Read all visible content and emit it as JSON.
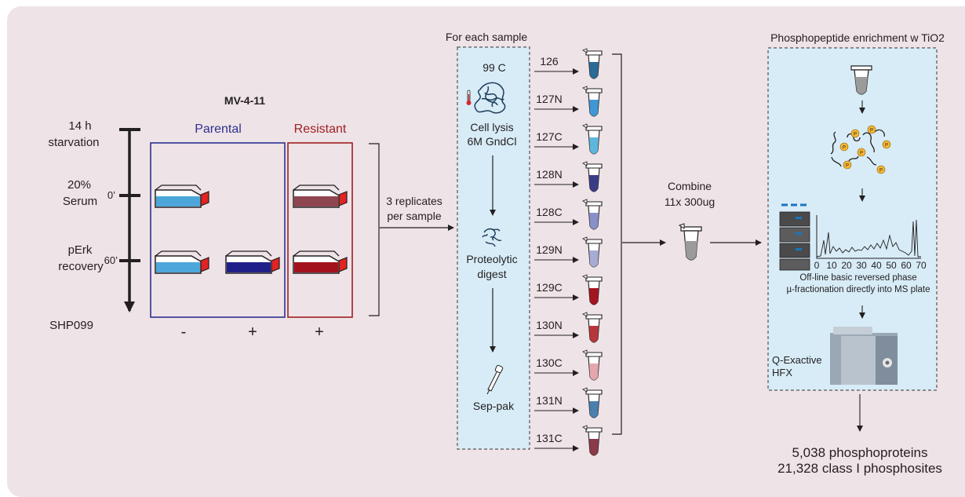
{
  "cell_line": "MV-4-11",
  "timeline": {
    "starvation": [
      "14 h",
      "starvation"
    ],
    "serum": [
      "20%",
      "Serum"
    ],
    "recovery": [
      "pErk",
      "recovery"
    ],
    "time_0": "0’",
    "time_60": "60’",
    "treatment_label": "SHP099"
  },
  "groups": {
    "parental": "Parental",
    "resistant": "Resistant",
    "sign_minus": "-",
    "sign_plus": "+"
  },
  "replicates": [
    "3 replicates",
    "per sample"
  ],
  "sample_prep": {
    "header": "For each sample",
    "temperature": "99 C",
    "lysis": [
      "Cell lysis",
      "6M GndCl"
    ],
    "digest": [
      "Proteolytic",
      "digest"
    ],
    "cleanup": "Sep-pak"
  },
  "tmt_channels": [
    "126",
    "127N",
    "127C",
    "128N",
    "128C",
    "129N",
    "129C",
    "130N",
    "130C",
    "131N",
    "131C"
  ],
  "tube_colors": [
    "#2d6a96",
    "#3f97d3",
    "#5fb6dc",
    "#3a3d86",
    "#8a8fc8",
    "#a7acd4",
    "#a31621",
    "#b5373c",
    "#e3a7ad",
    "#4b7fad",
    "#8a3a48"
  ],
  "combine": [
    "Combine",
    "11x 300ug"
  ],
  "enrichment": {
    "header": "Phosphopeptide enrichment w TiO2",
    "phospho_mark": "P",
    "fractionation": [
      "Off-line basic reversed phase",
      "µ-fractionation directly into MS plate"
    ],
    "chromatogram_ticks": [
      "0",
      "10",
      "20",
      "30",
      "40",
      "50",
      "60",
      "70"
    ],
    "ms_instrument": [
      "Q-Exactive",
      "HFX"
    ]
  },
  "results": [
    "5,038 phosphoproteins",
    "21,328 class I phosphosites"
  ],
  "colors": {
    "background": "#eee3e6",
    "panel": "#d7ecf7",
    "parental": "#2e3192",
    "resistant": "#9e1f24",
    "flask_light_blue": "#4da6d9",
    "flask_dark_blue": "#1f1f8a",
    "flask_light_red": "#8e4650",
    "flask_dark_red": "#a3121c",
    "cap": "#e02323"
  }
}
